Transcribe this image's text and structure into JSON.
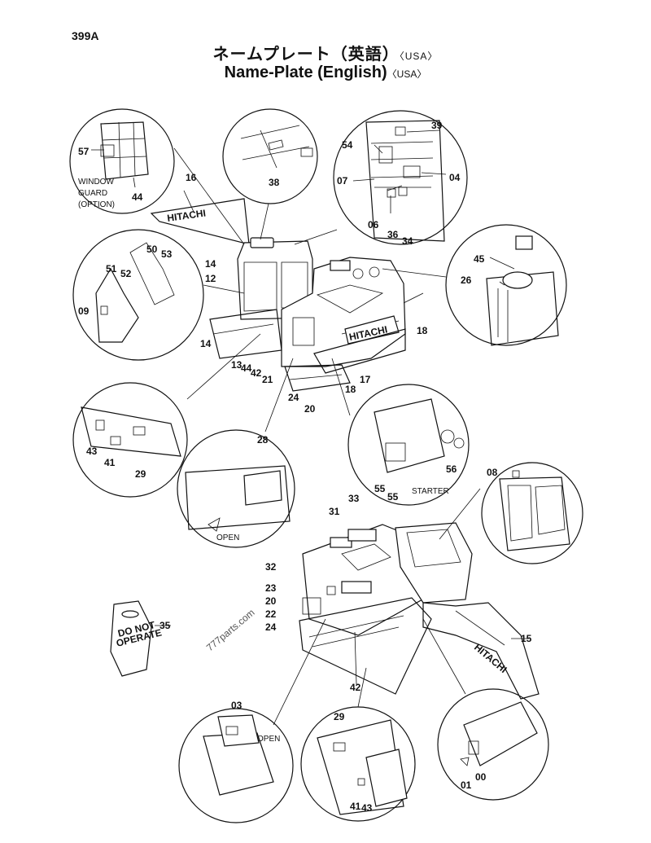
{
  "page_id": "399A",
  "title_jp": "ネームプレート（英語）",
  "title_en": "Name-Plate (English)",
  "region_tag": "〈USA〉",
  "callouts": {
    "window_guard_line1": "WINDOW",
    "window_guard_line2": "GUARD",
    "window_guard_line3": "(OPTION)",
    "starter": "STARTER",
    "open_1": "OPEN",
    "open_2": "OPEN",
    "brand_boom": "HITACHI",
    "brand_counter": "HITACHI",
    "brand_boom_2": "HITACHI",
    "tag_line1": "DO NOT",
    "tag_line2": "OPERATE",
    "watermark": "777parts.com"
  },
  "part_labels": {
    "p399": "39",
    "p54": "54",
    "p07": "07",
    "p04": "04",
    "p06": "06",
    "p36": "36",
    "p34": "34",
    "p57": "57",
    "p44a": "44",
    "p16": "16",
    "p38": "38",
    "p45": "45",
    "p26": "26",
    "p50": "50",
    "p53": "53",
    "p51": "51",
    "p52": "52",
    "p09": "09",
    "p14a": "14",
    "p12": "12",
    "p14b": "14",
    "p13": "13",
    "p44b": "44",
    "p42a": "42",
    "p21": "21",
    "p24a": "24",
    "p20a": "20",
    "p18a": "18",
    "p18b": "18",
    "p17": "17",
    "p43a": "43",
    "p41a": "41",
    "p29a": "29",
    "p28": "28",
    "p55a": "55",
    "p55b": "55",
    "p56": "56",
    "p08": "08",
    "p31": "31",
    "p33": "33",
    "p32": "32",
    "p23": "23",
    "p20b": "20",
    "p22": "22",
    "p24b": "24",
    "p35": "35",
    "p15": "15",
    "p42b": "42",
    "p03": "03",
    "p29b": "29",
    "p41b": "41",
    "p43b": "43",
    "p01": "01",
    "p00": "00"
  }
}
